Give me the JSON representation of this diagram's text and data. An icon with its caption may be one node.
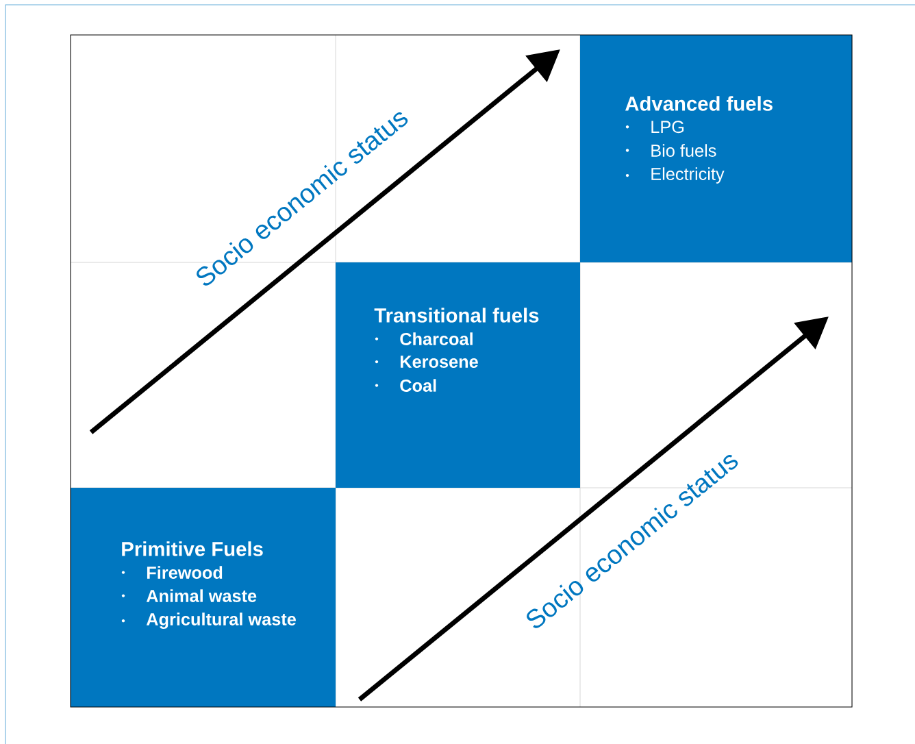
{
  "diagram": {
    "nodes": [
      {
        "text": [
          "Advanced fuels",
          "LPG",
          "Bio fuels",
          "Electricity"
        ]
      },
      {
        "text": [
          "Transitional fuels",
          "Charcoal",
          "Kerosene",
          "Coal"
        ]
      },
      {
        "text": [
          "Primitive Fuels",
          "Firewood",
          "Animal waste",
          "Agricultural waste"
        ]
      }
    ],
    "edges": [],
    "labels": [
      "Socio economic status",
      "Socio economic status"
    ]
  }
}
